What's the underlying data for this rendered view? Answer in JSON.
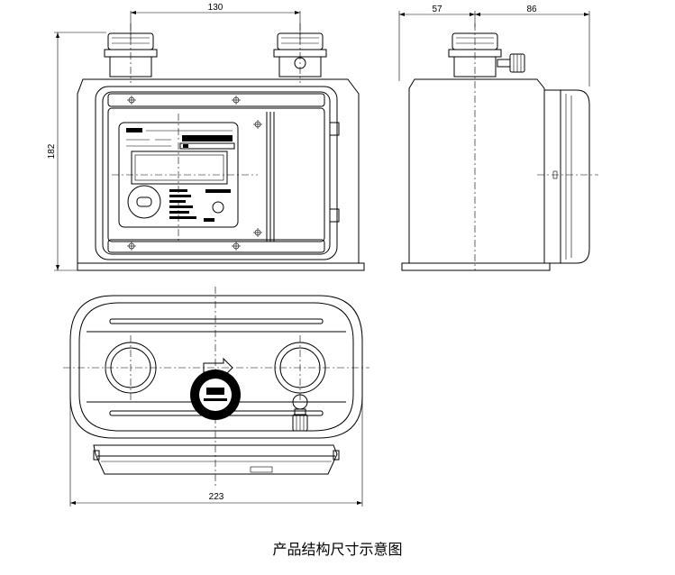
{
  "dimensions": {
    "front_inlet_spacing": "130",
    "height": "182",
    "side_depth_left": "57",
    "side_depth_right": "86",
    "overall_width": "223"
  },
  "caption": "产品结构尺寸示意图"
}
